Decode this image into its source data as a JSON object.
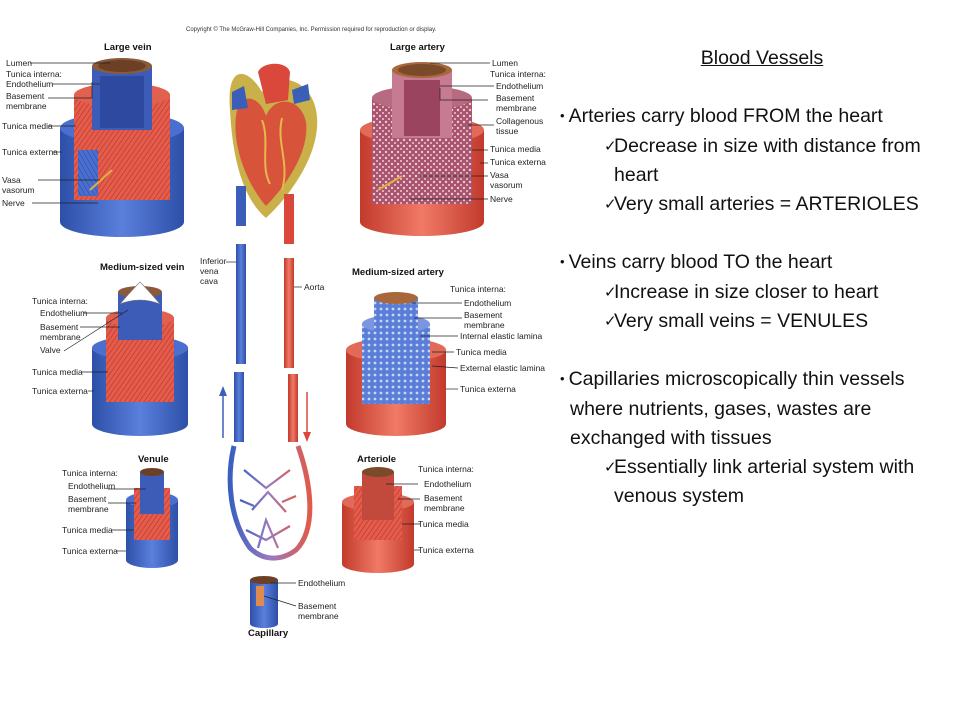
{
  "figure": {
    "copyright": "Copyright © The McGraw-Hill Companies, Inc. Permission required for reproduction or display.",
    "large_vein": {
      "title": "Large vein",
      "labels": [
        "Lumen",
        "Tunica interna:",
        "Endothelium",
        "Basement",
        "membrane",
        "Tunica media",
        "Tunica externa",
        "Vasa",
        "vasorum",
        "Nerve"
      ]
    },
    "large_artery": {
      "title": "Large artery",
      "labels": [
        "Lumen",
        "Tunica interna:",
        "Endothelium",
        "Basement",
        "membrane",
        "Collagenous",
        "tissue",
        "Tunica media",
        "Tunica externa",
        "Vasa",
        "vasorum",
        "Nerve"
      ]
    },
    "medium_vein": {
      "title": "Medium-sized vein",
      "labels": [
        "Tunica interna:",
        "Endothelium",
        "Basement",
        "membrane",
        "Valve",
        "Tunica media",
        "Tunica externa"
      ]
    },
    "medium_artery": {
      "title": "Medium-sized artery",
      "labels": [
        "Tunica interna:",
        "Endothelium",
        "Basement",
        "membrane",
        "Internal elastic lamina",
        "Tunica media",
        "External elastic lamina",
        "Tunica externa"
      ]
    },
    "venule": {
      "title": "Venule",
      "labels": [
        "Tunica interna:",
        "Endothelium",
        "Basement",
        "membrane",
        "Tunica media",
        "Tunica externa"
      ]
    },
    "arteriole": {
      "title": "Arteriole",
      "labels": [
        "Tunica interna:",
        "Endothelium",
        "Basement",
        "membrane",
        "Tunica media",
        "Tunica externa"
      ]
    },
    "capillary": {
      "title": "Capillary",
      "labels": [
        "Endothelium",
        "Basement",
        "membrane"
      ]
    },
    "center": {
      "labels": [
        "Inferior",
        "vena",
        "cava",
        "Aorta"
      ]
    }
  },
  "notes": {
    "heading": "Blood Vessels",
    "arteries": {
      "main": "Arteries carry blood FROM the heart",
      "sub": [
        "Decrease in size with distance from heart",
        "Very small arteries = ARTERIOLES"
      ]
    },
    "veins": {
      "main": "Veins carry blood TO the heart",
      "sub": [
        "Increase in size closer to heart",
        "Very small veins = VENULES"
      ]
    },
    "capillaries": {
      "main": "Capillaries microscopically thin vessels where nutrients, gases, wastes are exchanged with tissues",
      "sub": [
        "Essentially link arterial system with venous system"
      ]
    }
  },
  "colors": {
    "vein": "#3b5fb8",
    "artery": "#d9483a",
    "media": "#e06050",
    "lumen": "#7a4a2a"
  }
}
